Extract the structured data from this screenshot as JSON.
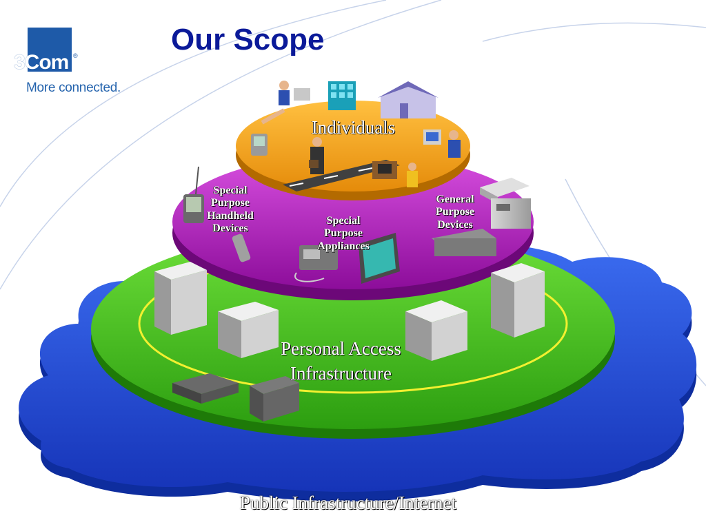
{
  "slide": {
    "title": "Our Scope",
    "logo": {
      "brand": "3Com",
      "registered_mark": "®",
      "tagline": "More connected."
    }
  },
  "layers": {
    "individuals": "Individuals",
    "special_purpose_handheld": "Special Purpose Handheld Devices",
    "special_purpose_appliances": "Special Purpose Appliances",
    "general_purpose_devices": "General Purpose Devices",
    "personal_access_infrastructure": "Personal Access Infrastructure",
    "public_infrastructure": "Public Infrastructure/Internet"
  },
  "colors": {
    "title": "#0b1a99",
    "logo_blue": "#1e5aa8",
    "individuals_disc": "#f5a623",
    "devices_disc": "#b81fc4",
    "access_disc": "#3fc41f",
    "internet_cloud": "#1a4fd6"
  }
}
